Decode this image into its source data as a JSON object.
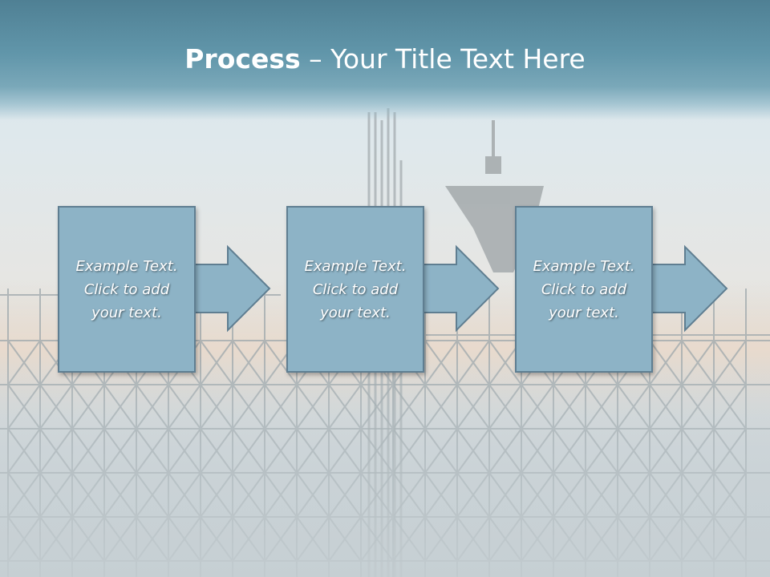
{
  "title": {
    "bold": "Process",
    "rest": " – Your Title Text Here"
  },
  "steps": [
    {
      "text": "Example Text.\nClick  to add\nyour text."
    },
    {
      "text": "Example Text.\nClick  to add\nyour text."
    },
    {
      "text": "Example Text.\nClick  to add\nyour text."
    }
  ],
  "colors": {
    "header": "#5b8fa3",
    "box_fill": "#8db3c6",
    "box_border": "#5f7e91",
    "text": "#ffffff"
  }
}
